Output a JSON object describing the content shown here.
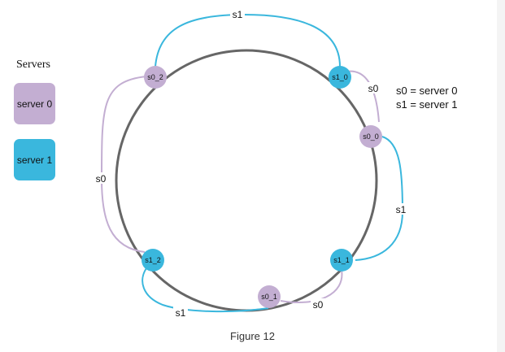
{
  "legend": {
    "title": "Servers",
    "items": [
      {
        "label": "server 0",
        "color": "#c3aed2"
      },
      {
        "label": "server 1",
        "color": "#3ab7dd"
      }
    ],
    "notes": [
      "s0 = server 0",
      "s1 = server 1"
    ]
  },
  "ring": {
    "nodes": [
      {
        "id": "s0_2",
        "label": "s0_2",
        "server": "s0",
        "color": "#c3aed2"
      },
      {
        "id": "s1_0",
        "label": "s1_0",
        "server": "s1",
        "color": "#3ab7dd"
      },
      {
        "id": "s0_0",
        "label": "s0_0",
        "server": "s0",
        "color": "#c3aed2"
      },
      {
        "id": "s1_1",
        "label": "s1_1",
        "server": "s1",
        "color": "#3ab7dd"
      },
      {
        "id": "s0_1",
        "label": "s0_1",
        "server": "s0",
        "color": "#c3aed2"
      },
      {
        "id": "s1_2",
        "label": "s1_2",
        "server": "s1",
        "color": "#3ab7dd"
      }
    ],
    "connections": [
      {
        "from": "s0_2",
        "to": "s1_0",
        "label": "s1",
        "color": "#3ab7dd"
      },
      {
        "from": "s1_0",
        "to": "s0_0",
        "label": "s0",
        "color": "#c3aed2"
      },
      {
        "from": "s0_0",
        "to": "s1_1",
        "label": "s1",
        "color": "#3ab7dd"
      },
      {
        "from": "s1_1",
        "to": "s0_1",
        "label": "s0",
        "color": "#c3aed2"
      },
      {
        "from": "s0_1",
        "to": "s1_2",
        "label": "s1",
        "color": "#3ab7dd"
      },
      {
        "from": "s1_2",
        "to": "s0_2",
        "label": "s0",
        "color": "#c3aed2"
      }
    ]
  },
  "caption": "Figure 12"
}
